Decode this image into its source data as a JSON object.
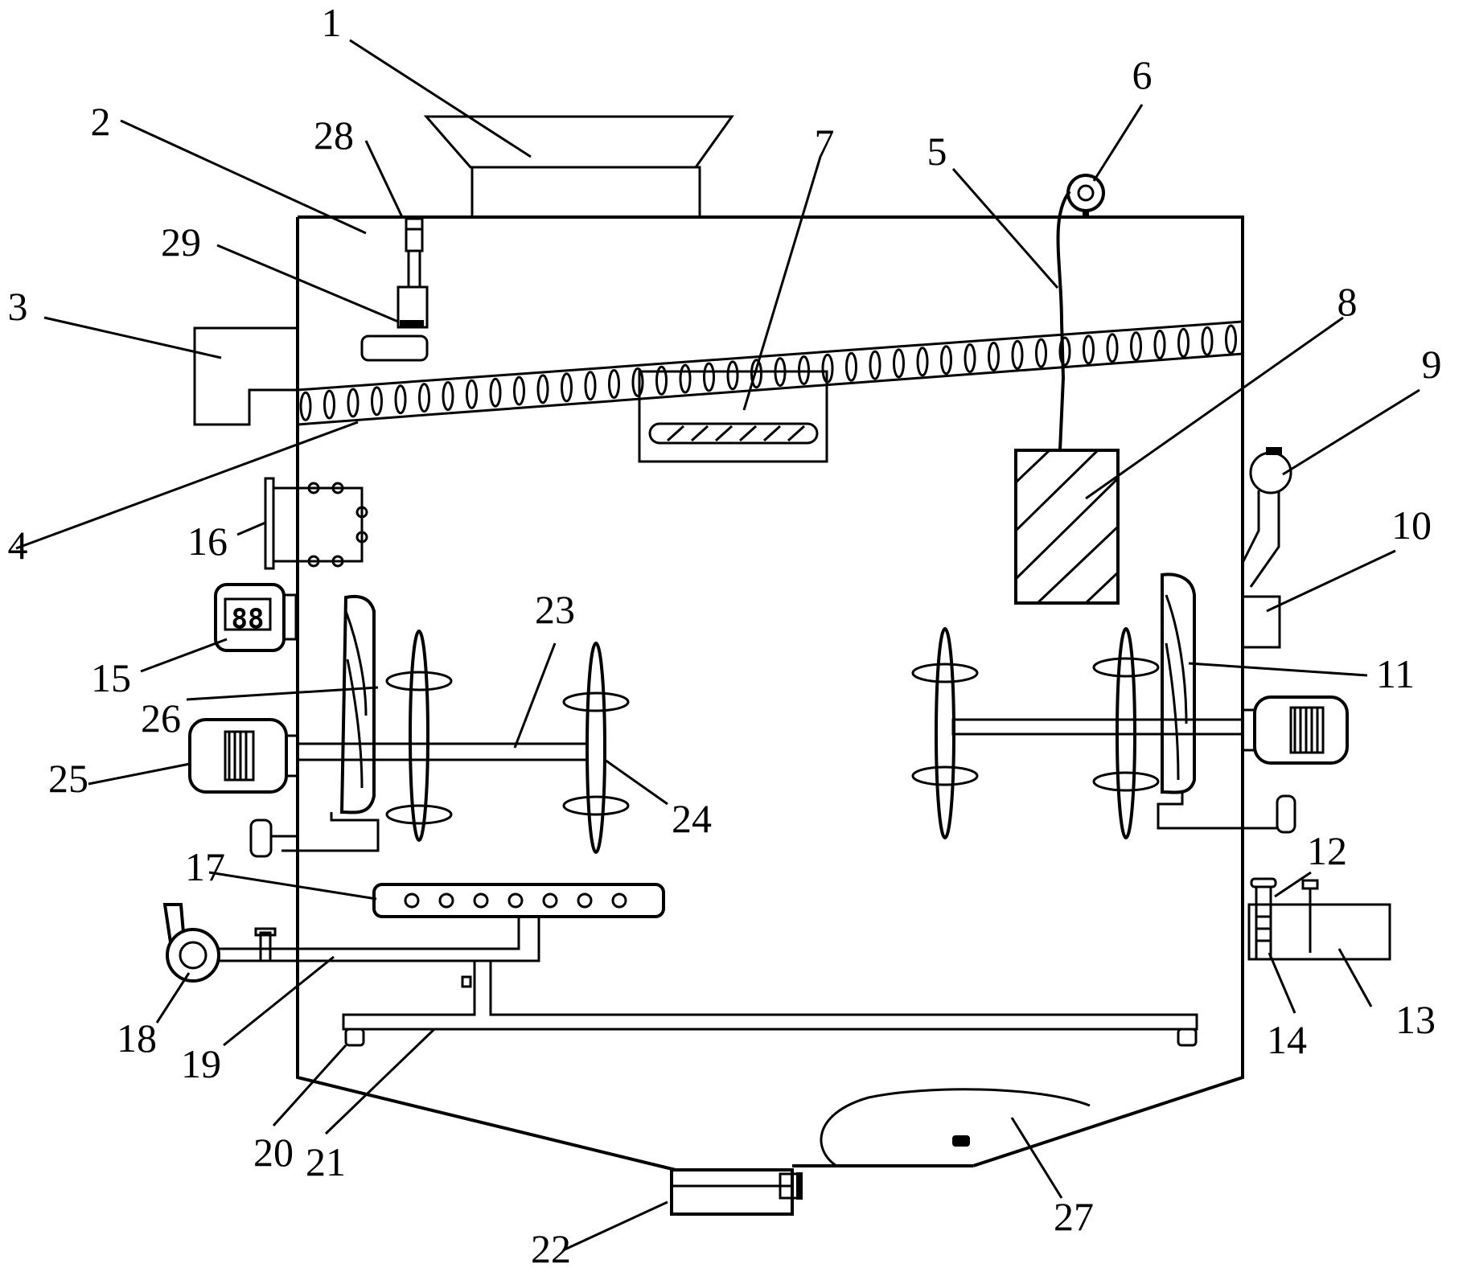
{
  "labels": {
    "l1": "1",
    "l2": "2",
    "l3": "3",
    "l4": "4",
    "l5": "5",
    "l6": "6",
    "l7": "7",
    "l8": "8",
    "l9": "9",
    "l10": "10",
    "l11": "11",
    "l12": "12",
    "l13": "13",
    "l14": "14",
    "l15": "15",
    "l16": "16",
    "l17": "17",
    "l18": "18",
    "l19": "19",
    "l20": "20",
    "l21": "21",
    "l22": "22",
    "l23": "23",
    "l24": "24",
    "l25": "25",
    "l26": "26",
    "l27": "27",
    "l28": "28",
    "l29": "29",
    "readout_digits": "88"
  }
}
